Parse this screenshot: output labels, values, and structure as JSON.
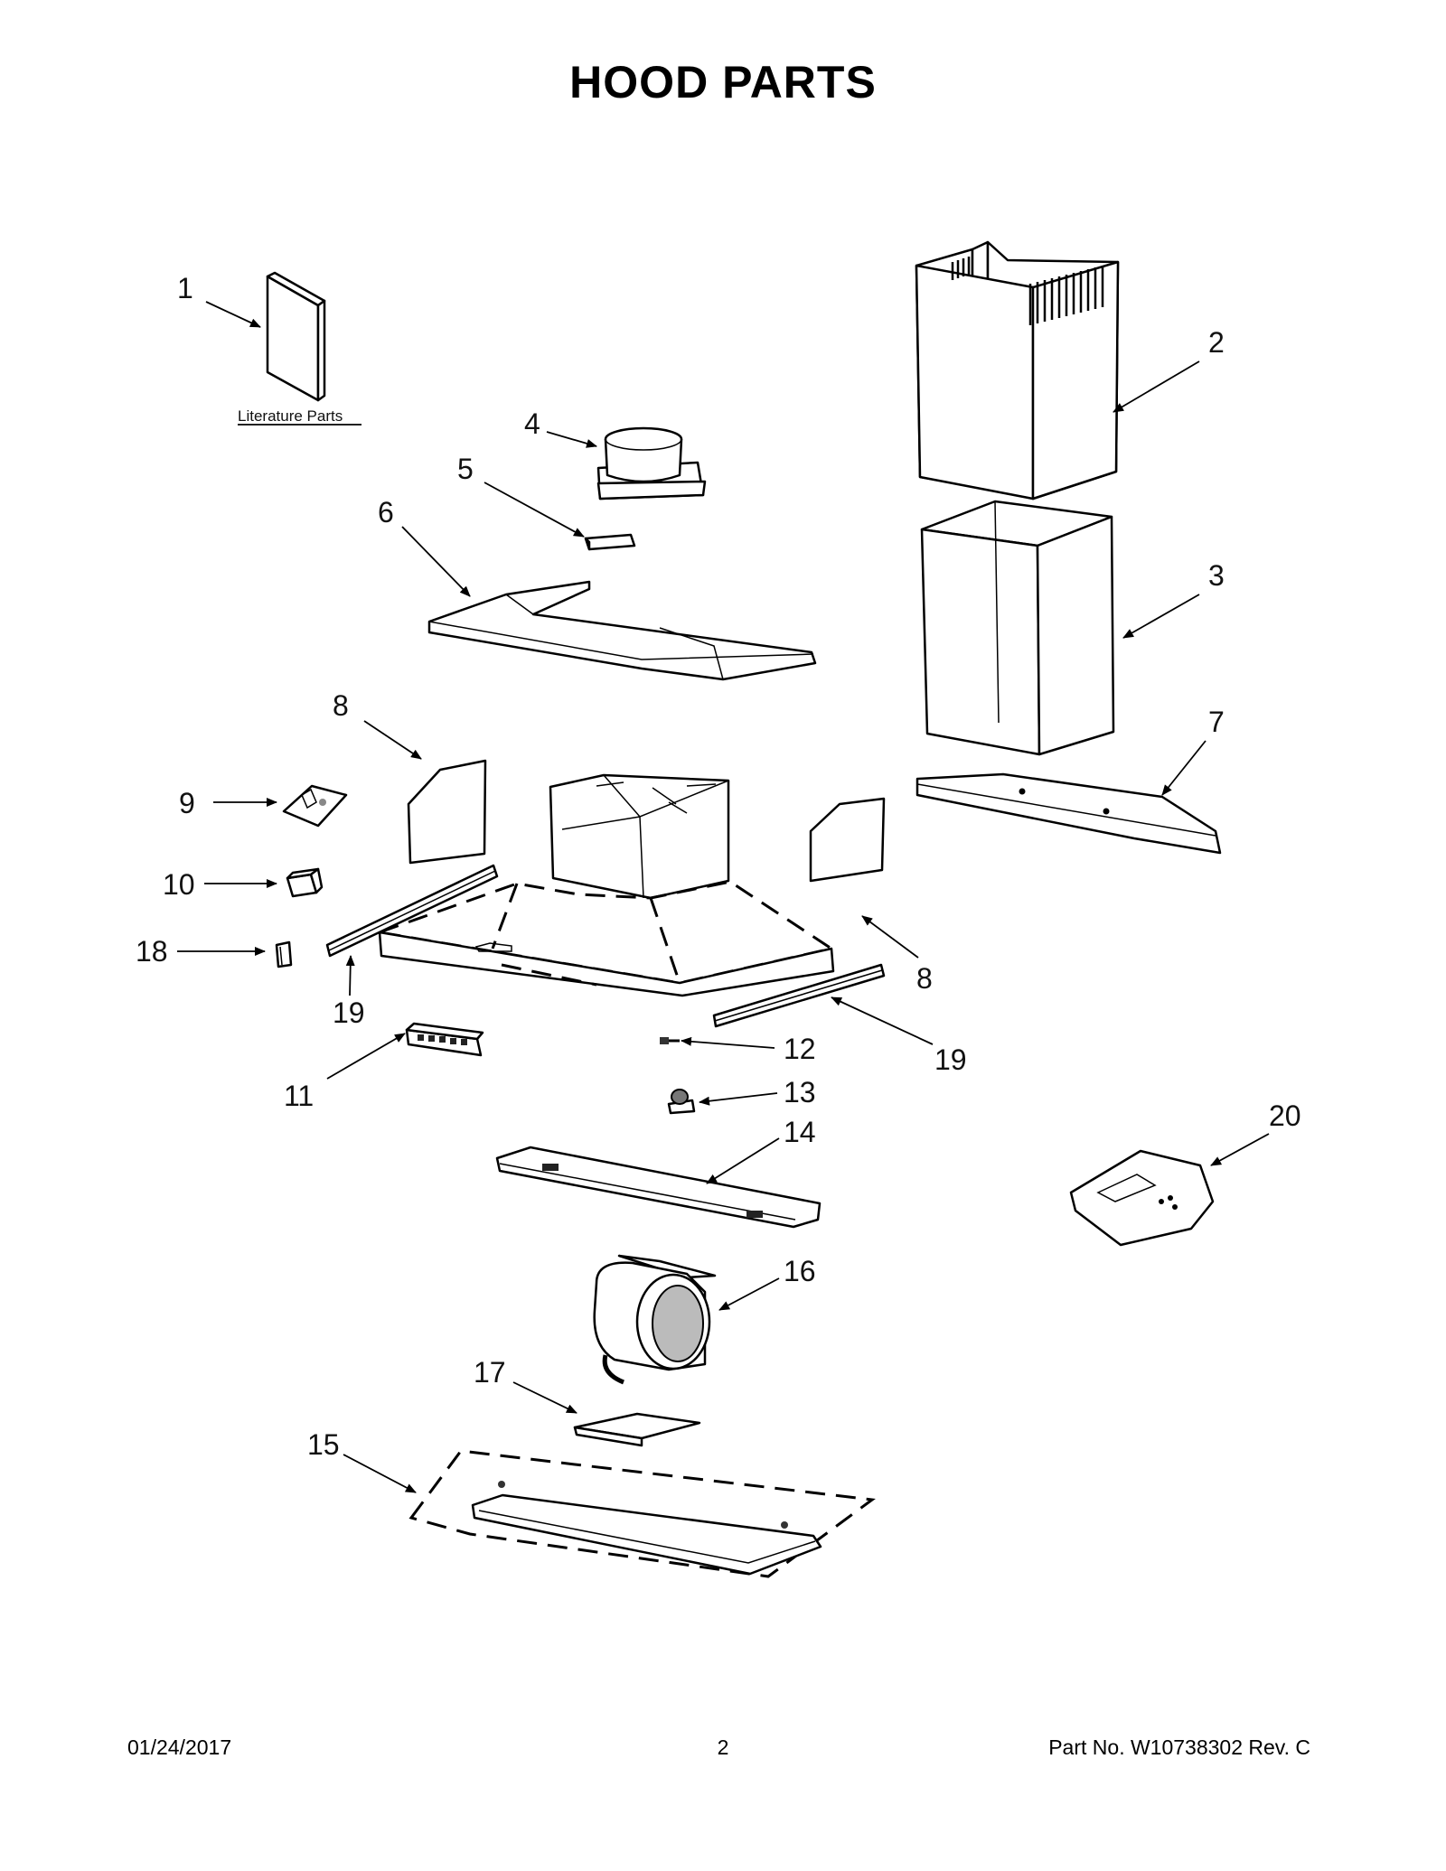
{
  "page": {
    "title": "HOOD PARTS",
    "footer_date": "01/24/2017",
    "footer_page": "2",
    "footer_part": "Part No.  W10738302   Rev.  C"
  },
  "literature_label": "Literature Parts",
  "callouts": {
    "c1": "1",
    "c2": "2",
    "c3": "3",
    "c4": "4",
    "c5": "5",
    "c6": "6",
    "c7": "7",
    "c8a": "8",
    "c8b": "8",
    "c9": "9",
    "c10": "10",
    "c11": "11",
    "c12": "12",
    "c13": "13",
    "c14": "14",
    "c15": "15",
    "c16": "16",
    "c17": "17",
    "c18": "18",
    "c19a": "19",
    "c19b": "19",
    "c20": "20"
  }
}
